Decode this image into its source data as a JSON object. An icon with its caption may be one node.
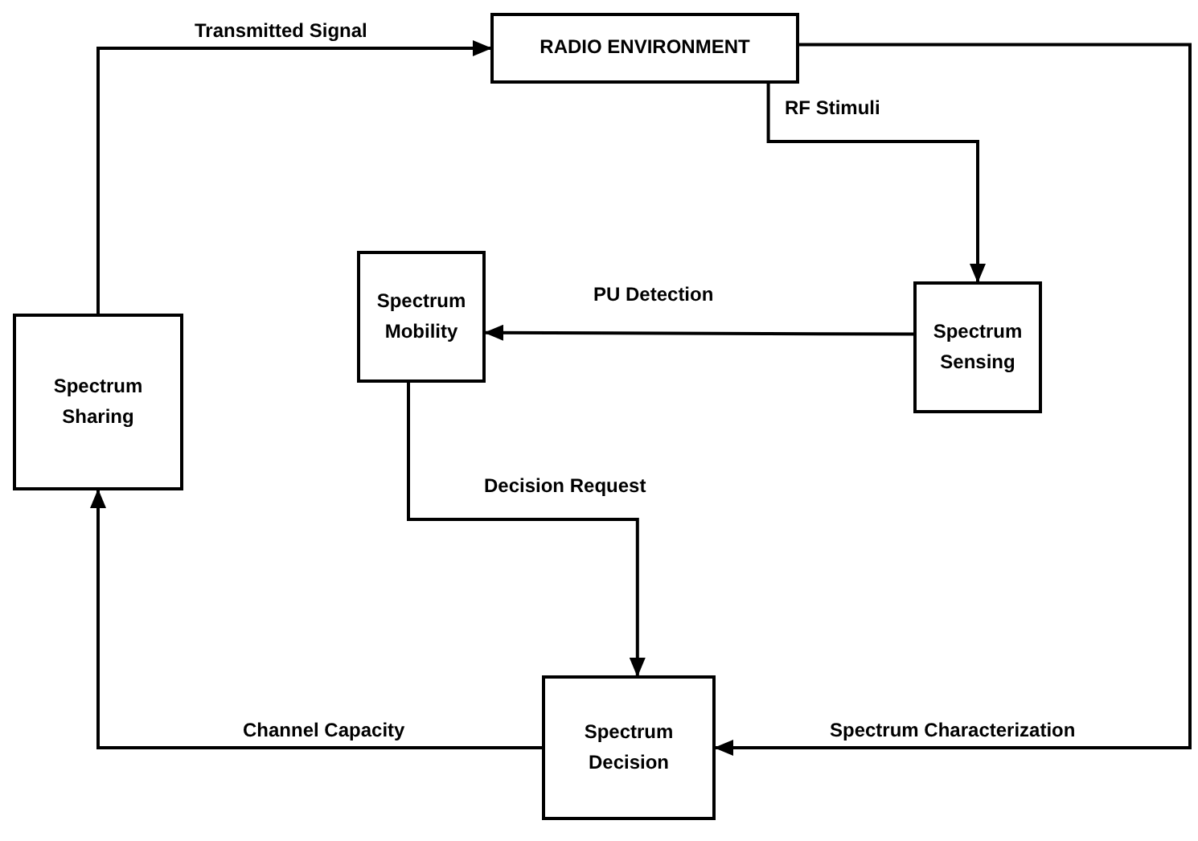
{
  "diagram": {
    "nodes": [
      {
        "text": [
          "RADIO ENVIRONMENT"
        ]
      },
      {
        "text": [
          "Spectrum Mobility"
        ]
      },
      {
        "text": [
          "Spectrum Sensing"
        ]
      },
      {
        "text": [
          "Spectrum Sharing"
        ]
      },
      {
        "text": [
          "Spectrum Decision"
        ]
      }
    ],
    "edges": [
      {
        "from": 3,
        "to": 0,
        "arrow": "to",
        "label": "Transmitted Signal"
      },
      {
        "from": 0,
        "to": 2,
        "arrow": "to",
        "label": "RF Stimuli"
      },
      {
        "from": 2,
        "to": 1,
        "arrow": "to",
        "label": "PU Detection"
      },
      {
        "from": 1,
        "to": 4,
        "arrow": "to",
        "label": "Decision Request"
      },
      {
        "from": 0,
        "to": 4,
        "arrow": "to",
        "label": "Spectrum Characterization"
      },
      {
        "from": 4,
        "to": 3,
        "arrow": "to",
        "label": "Channel Capacity"
      }
    ]
  }
}
